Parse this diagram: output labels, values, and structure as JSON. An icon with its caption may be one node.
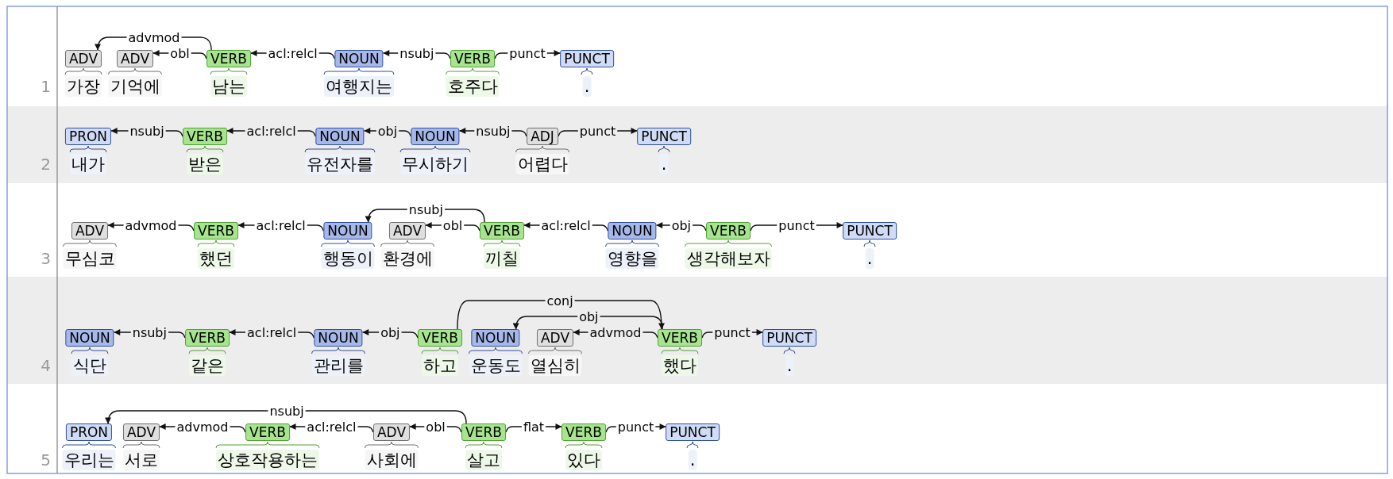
{
  "diagram": {
    "nodes": [
      {
        "text": [
          "ADV"
        ],
        "beside": [
          "가장"
        ]
      },
      {
        "text": [
          "ADV"
        ],
        "beside": [
          "기억에"
        ]
      },
      {
        "text": [
          "VERB"
        ],
        "beside": [
          "남는"
        ]
      },
      {
        "text": [
          "NOUN"
        ],
        "beside": [
          "여행지는"
        ]
      },
      {
        "text": [
          "VERB"
        ],
        "beside": [
          "호주다"
        ]
      },
      {
        "text": [
          "PUNCT"
        ],
        "beside": [
          "."
        ]
      },
      {
        "text": [
          "PRON"
        ],
        "beside": [
          "내가"
        ]
      },
      {
        "text": [
          "VERB"
        ],
        "beside": [
          "받은"
        ]
      },
      {
        "text": [
          "NOUN"
        ],
        "beside": [
          "유전자를"
        ]
      },
      {
        "text": [
          "NOUN"
        ],
        "beside": [
          "무시하기"
        ]
      },
      {
        "text": [
          "ADJ"
        ],
        "beside": [
          "어렵다"
        ]
      },
      {
        "text": [
          "PUNCT"
        ],
        "beside": [
          "."
        ]
      },
      {
        "text": [
          "ADV"
        ],
        "beside": [
          "무심코"
        ]
      },
      {
        "text": [
          "VERB"
        ],
        "beside": [
          "했던"
        ]
      },
      {
        "text": [
          "NOUN"
        ],
        "beside": [
          "행동이"
        ]
      },
      {
        "text": [
          "ADV"
        ],
        "beside": [
          "환경에"
        ]
      },
      {
        "text": [
          "VERB"
        ],
        "beside": [
          "끼칠"
        ]
      },
      {
        "text": [
          "NOUN"
        ],
        "beside": [
          "영향을"
        ]
      },
      {
        "text": [
          "VERB"
        ],
        "beside": [
          "생각해보자"
        ]
      },
      {
        "text": [
          "PUNCT"
        ],
        "beside": [
          "."
        ]
      },
      {
        "text": [
          "NOUN"
        ],
        "beside": [
          "식단"
        ]
      },
      {
        "text": [
          "VERB"
        ],
        "beside": [
          "같은"
        ]
      },
      {
        "text": [
          "NOUN"
        ],
        "beside": [
          "관리를"
        ]
      },
      {
        "text": [
          "VERB"
        ],
        "beside": [
          "하고"
        ]
      },
      {
        "text": [
          "NOUN"
        ],
        "beside": [
          "운동도"
        ]
      },
      {
        "text": [
          "ADV"
        ],
        "beside": [
          "열심히"
        ]
      },
      {
        "text": [
          "VERB"
        ],
        "beside": [
          "했다"
        ]
      },
      {
        "text": [
          "PUNCT"
        ],
        "beside": [
          "."
        ]
      },
      {
        "text": [
          "PRON"
        ],
        "beside": [
          "우리는"
        ]
      },
      {
        "text": [
          "ADV"
        ],
        "beside": [
          "서로"
        ]
      },
      {
        "text": [
          "VERB"
        ],
        "beside": [
          "상호작용하는"
        ]
      },
      {
        "text": [
          "ADV"
        ],
        "beside": [
          "사회에"
        ]
      },
      {
        "text": [
          "VERB"
        ],
        "beside": [
          "살고"
        ]
      },
      {
        "text": [
          "VERB"
        ],
        "beside": [
          "있다"
        ]
      },
      {
        "text": [
          "PUNCT"
        ],
        "beside": [
          "."
        ]
      }
    ],
    "edges": [
      {
        "from": 2,
        "to": 0,
        "arrow": "to",
        "label": "advmod"
      },
      {
        "from": 2,
        "to": 1,
        "arrow": "to",
        "label": "obl"
      },
      {
        "from": 3,
        "to": 2,
        "arrow": "to",
        "label": "acl:relcl"
      },
      {
        "from": 4,
        "to": 3,
        "arrow": "to",
        "label": "nsubj"
      },
      {
        "from": 4,
        "to": 5,
        "arrow": "to",
        "label": "punct"
      },
      {
        "from": 7,
        "to": 6,
        "arrow": "to",
        "label": "nsubj"
      },
      {
        "from": 8,
        "to": 7,
        "arrow": "to",
        "label": "acl:relcl"
      },
      {
        "from": 9,
        "to": 8,
        "arrow": "to",
        "label": "obj"
      },
      {
        "from": 10,
        "to": 9,
        "arrow": "to",
        "label": "nsubj"
      },
      {
        "from": 10,
        "to": 11,
        "arrow": "to",
        "label": "punct"
      },
      {
        "from": 13,
        "to": 12,
        "arrow": "to",
        "label": "advmod"
      },
      {
        "from": 14,
        "to": 13,
        "arrow": "to",
        "label": "acl:relcl"
      },
      {
        "from": 16,
        "to": 14,
        "arrow": "to",
        "label": "nsubj"
      },
      {
        "from": 16,
        "to": 15,
        "arrow": "to",
        "label": "obl"
      },
      {
        "from": 17,
        "to": 16,
        "arrow": "to",
        "label": "acl:relcl"
      },
      {
        "from": 18,
        "to": 17,
        "arrow": "to",
        "label": "obj"
      },
      {
        "from": 18,
        "to": 19,
        "arrow": "to",
        "label": "punct"
      },
      {
        "from": 21,
        "to": 20,
        "arrow": "to",
        "label": "nsubj"
      },
      {
        "from": 22,
        "to": 21,
        "arrow": "to",
        "label": "acl:relcl"
      },
      {
        "from": 23,
        "to": 22,
        "arrow": "to",
        "label": "obj"
      },
      {
        "from": 23,
        "to": 26,
        "arrow": "to",
        "label": "conj"
      },
      {
        "from": 26,
        "to": 24,
        "arrow": "to",
        "label": "obj"
      },
      {
        "from": 26,
        "to": 25,
        "arrow": "to",
        "label": "advmod"
      },
      {
        "from": 26,
        "to": 27,
        "arrow": "to",
        "label": "punct"
      },
      {
        "from": 32,
        "to": 28,
        "arrow": "to",
        "label": "nsubj"
      },
      {
        "from": 30,
        "to": 29,
        "arrow": "to",
        "label": "advmod"
      },
      {
        "from": 31,
        "to": 30,
        "arrow": "to",
        "label": "acl:relcl"
      },
      {
        "from": 32,
        "to": 31,
        "arrow": "to",
        "label": "obl"
      },
      {
        "from": 32,
        "to": 33,
        "arrow": "to",
        "label": "flat"
      },
      {
        "from": 33,
        "to": 34,
        "arrow": "to",
        "label": "punct"
      }
    ],
    "labels": [
      "1",
      "2",
      "3",
      "4",
      "5"
    ]
  }
}
